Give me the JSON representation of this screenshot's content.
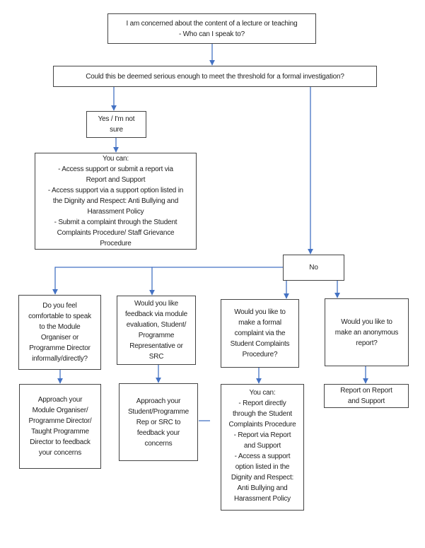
{
  "nodes": {
    "start": {
      "text": "I am concerned about the content of a lecture or teaching\n- Who can I speak to?"
    },
    "threshold": {
      "text": "Could this be deemed serious enough to meet the threshold for a formal investigation?"
    },
    "yes": {
      "text": "Yes / I'm not\nsure"
    },
    "yes_actions": {
      "text": "You can:\n- Access support or submit a report via\nReport and Support\n- Access support via a support option listed in\nthe Dignity and Respect: Anti Bullying and\nHarassment Policy\n- Submit a complaint through the Student\nComplaints Procedure/ Staff Grievance\nProcedure"
    },
    "no": {
      "text": "No"
    },
    "q_speak_directly": {
      "text": "Do you feel\ncomfortable to speak\nto the Module\nOrganiser or\nProgramme Director\ninformally/directly?"
    },
    "q_module_feedback": {
      "text": "Would you like\nfeedback via module\nevaluation, Student/\nProgramme\nRepresentative or\nSRC"
    },
    "q_formal_complaint": {
      "text": "Would you like to\nmake a formal\ncomplaint via the\nStudent Complaints\nProcedure?"
    },
    "q_anonymous_report": {
      "text": "Would you like to\nmake an anonymous\nreport?"
    },
    "a_approach_organiser": {
      "text": "Approach your\nModule Organiser/\nProgramme Director/\nTaught Programme\nDirector to feedback\nyour concerns"
    },
    "a_approach_rep": {
      "text": "Approach your\nStudent/Programme\nRep or SRC to\nfeedback your\nconcerns"
    },
    "a_formal_options": {
      "text": "You can:\n- Report directly\nthrough the Student\nComplaints Procedure\n- Report via Report\nand Support\n- Access a support\noption listed in the\nDignity and Respect:\nAnti Bullying and\nHarassment Policy"
    },
    "a_report_support": {
      "text": "Report on Report\nand Support"
    }
  },
  "colors": {
    "connector": "#4472C4",
    "box_border": "#444444",
    "text": "#1f1f1f",
    "background": "#ffffff"
  }
}
